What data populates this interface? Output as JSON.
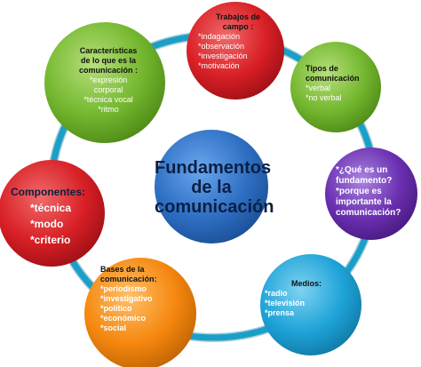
{
  "colors": {
    "ring": "#1aa0c8",
    "ring_dark": "#0b6f91",
    "center": "#2f70c4",
    "red": "#d81f25",
    "green": "#74b72f",
    "purple": "#6b2fb1",
    "blue": "#1ea3d8",
    "orange": "#f5870e"
  },
  "center": {
    "title_lines": [
      "Fundamentos",
      "de la",
      "comunicación"
    ]
  },
  "nodes": {
    "trabajos": {
      "lines": [
        "Trabajos de",
        "campo :",
        "*indagación",
        "*observación",
        "*investigación",
        "*motivación"
      ]
    },
    "caracteristicas": {
      "lines": [
        "Características",
        "de lo que es la",
        "comunicación :",
        "*expresión",
        "corporal",
        "*técnica vocal",
        "*ritmo"
      ]
    },
    "tipos": {
      "lines": [
        "Tipos de",
        "comunicación",
        "*verbal",
        "*no verbal"
      ]
    },
    "fundamento": {
      "lines": [
        "*¿Qué es un",
        "fundamento?",
        "*porque es",
        "importante la",
        "comunicación?"
      ]
    },
    "componentes": {
      "lines": [
        "Componentes:",
        "*técnica",
        "*modo",
        "*criterio"
      ]
    },
    "medios": {
      "lines": [
        "Medios:",
        "*radio",
        "*televisión",
        "*prensa"
      ]
    },
    "bases": {
      "lines": [
        "Bases de la",
        "comunicación:",
        "*periodismo",
        "*investigativo",
        "*político",
        "*económico",
        "*social"
      ]
    }
  }
}
